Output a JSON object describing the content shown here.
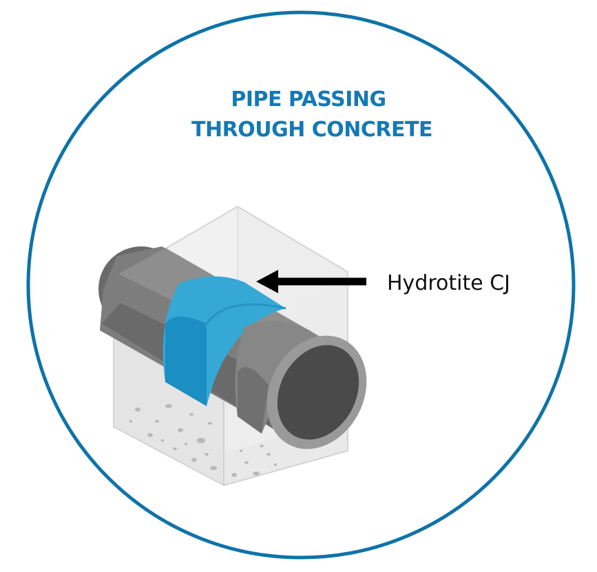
{
  "title": {
    "line1": "PIPE PASSING",
    "line2": "THROUGH CONCRETE"
  },
  "callout": {
    "label": "Hydrotite CJ"
  },
  "colors": {
    "frame_blue": "#0e73a8",
    "title_blue": "#1479b4",
    "seal_blue_light": "#35a8d6",
    "seal_blue_dark": "#1b8fc2",
    "pipe_dark": "#555555",
    "pipe_mid": "#777777",
    "pipe_light": "#8e8e8e",
    "pipe_bore": "#4a4a4a",
    "concrete": "#e6e6e6",
    "arrow": "#000000"
  }
}
